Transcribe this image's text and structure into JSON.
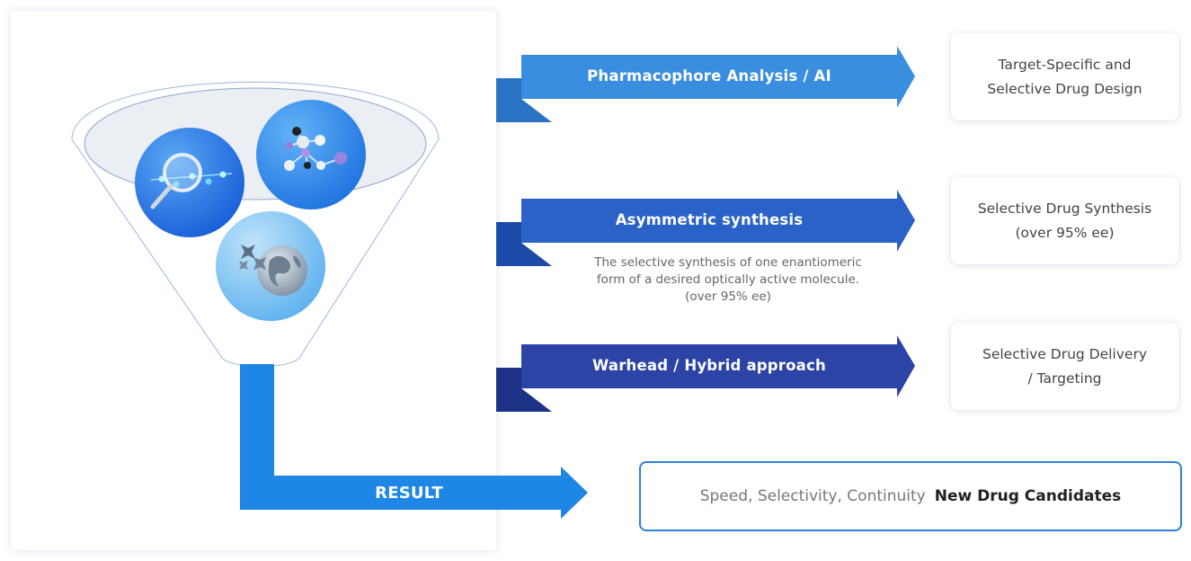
{
  "steps": [
    {
      "label": "Pharmacophore Analysis  / AI",
      "color": "#3a8ee0",
      "fold_color": "#2a72c4",
      "outcome": [
        "Target-Specific and",
        "Selective Drug Design"
      ]
    },
    {
      "label": "Asymmetric synthesis",
      "color": "#2a62c8",
      "fold_color": "#1c4aa8",
      "outcome": [
        "Selective Drug Synthesis",
        "(over 95% ee)"
      ]
    },
    {
      "label": "Warhead / Hybrid approach",
      "color": "#2c44a6",
      "fold_color": "#1d3187",
      "outcome": [
        "Selective Drug Delivery",
        "/ Targeting"
      ]
    }
  ],
  "synthesis_note": [
    "The selective synthesis of one enantiomeric",
    "form of a desired optically active molecule.",
    "(over 95% ee)"
  ],
  "result": {
    "label": "RESULT",
    "prefix": "Speed, Selectivity, Continuity",
    "emphasis": "New Drug Candidates",
    "color": "#1e86e5"
  },
  "funnel": {
    "icons": [
      "magnifier-molecule-icon",
      "molecule-icon",
      "globe-icon"
    ]
  }
}
